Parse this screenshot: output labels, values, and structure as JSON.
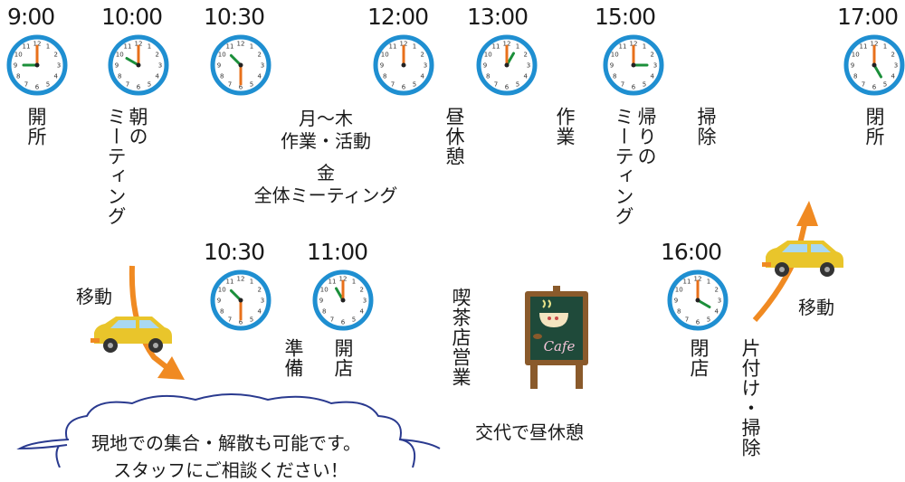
{
  "colors": {
    "clock_rim": "#1f8fd1",
    "hour_hand": "#e8701b",
    "minute_hand": "#1b8f3a",
    "arrow": "#f08a22",
    "car": "#e9c52b",
    "easel": "#1f4a3a"
  },
  "top_times": [
    "9:00",
    "10:00",
    "10:30",
    "12:00",
    "13:00",
    "15:00",
    "17:00"
  ],
  "top_labels": {
    "open": "開所",
    "morning_meeting": [
      "朝の",
      "ミーティング"
    ],
    "activity_line1": "月～木",
    "activity_line2": "作業・活動",
    "activity_line3": "金",
    "activity_line4": "全体ミーティング",
    "lunch": "昼休憩",
    "work": "作業",
    "evening_meeting": [
      "帰りの",
      "ミーティング"
    ],
    "cleaning": "掃除",
    "close": "閉所"
  },
  "cafe": {
    "times": [
      "10:30",
      "11:00",
      "16:00"
    ],
    "prep": "準備",
    "open": "開店",
    "business": "喫茶店営業",
    "close": "閉店",
    "tidy": "片付け・掃除",
    "lunch_rotation": "交代で昼休憩",
    "sign_text": "Cafe"
  },
  "move_left": "移動",
  "move_right": "移動",
  "note": {
    "line1": "現地での集合・解散も可能です。",
    "line2": "スタッフにご相談ください！"
  },
  "icons": [
    "clock-icon",
    "car-icon",
    "arrow-icon",
    "cafe-sign-icon",
    "cloud-bubble"
  ],
  "clock_readings": [
    {
      "time": "9:00",
      "hour": 9,
      "minute": 0
    },
    {
      "time": "10:00",
      "hour": 10,
      "minute": 0
    },
    {
      "time": "10:30",
      "hour": 10,
      "minute": 30
    },
    {
      "time": "12:00",
      "hour": 12,
      "minute": 0
    },
    {
      "time": "13:00",
      "hour": 13,
      "minute": 0
    },
    {
      "time": "15:00",
      "hour": 15,
      "minute": 0
    },
    {
      "time": "17:00",
      "hour": 17,
      "minute": 0
    },
    {
      "time": "10:30",
      "hour": 10,
      "minute": 30
    },
    {
      "time": "11:00",
      "hour": 11,
      "minute": 0
    },
    {
      "time": "16:00",
      "hour": 16,
      "minute": 0
    }
  ]
}
